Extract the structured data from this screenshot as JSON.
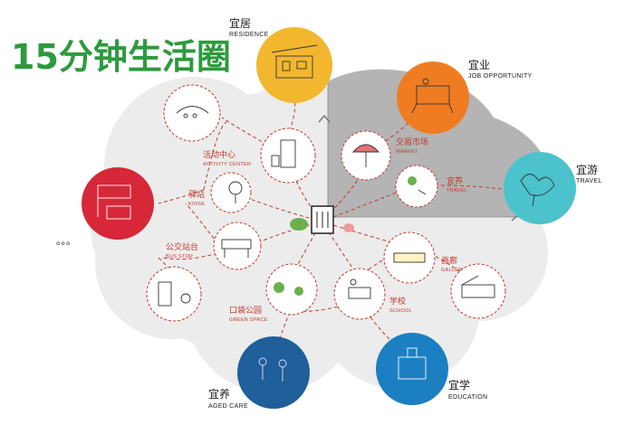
{
  "title": "15分钟生活圈",
  "center_label": "",
  "colors": {
    "title_green": "#2d9a3e",
    "residence": "#f2b72f",
    "job": "#f07c22",
    "travel": "#4bc2cc",
    "kiosk": "#d7283a",
    "aged": "#1f5f9a",
    "education": "#1b7fc1",
    "cloud_light": "#ececec",
    "cloud_dark": "#b4b4b4",
    "path": "#c0392b"
  },
  "categories": {
    "residence": {
      "cn": "宜居",
      "en": "RESIDENCE"
    },
    "job": {
      "cn": "宜业",
      "en": "JOB OPPORTUNITY"
    },
    "travel": {
      "cn": "宜游",
      "en": "TRAVEL"
    },
    "aged": {
      "cn": "宜养",
      "en": "AGED CARE"
    },
    "education": {
      "cn": "宜学",
      "en": "EDUCATION"
    }
  },
  "nodes": {
    "activity": {
      "cn": "活动中心",
      "en": "ACTIVITY CENTER"
    },
    "kiosk": {
      "cn": "驿站",
      "en": "KIOSK"
    },
    "bus": {
      "cn": "公交站台",
      "en": "BUS STOP"
    },
    "green": {
      "cn": "口袋公园",
      "en": "GREEN SPACE"
    },
    "school": {
      "cn": "学校",
      "en": "SCHOOL"
    },
    "gallery": {
      "cn": "画廊",
      "en": "GALLERY"
    },
    "market": {
      "cn": "交易市场",
      "en": "MARKET"
    },
    "travel_node": {
      "cn": "宜养",
      "en": "TRAVEL"
    }
  },
  "ellipsis": "。。。"
}
